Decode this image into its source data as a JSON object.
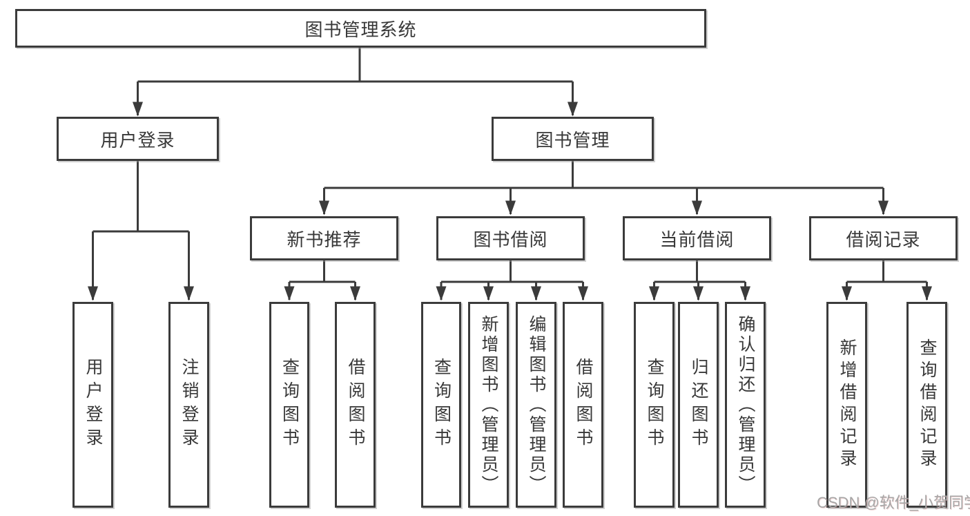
{
  "diagram": {
    "root": {
      "label": "图书管理系统"
    },
    "branches": [
      {
        "label": "用户登录",
        "children": [
          {
            "label": "用户登录"
          },
          {
            "label": "注销登录"
          }
        ]
      },
      {
        "label": "图书管理",
        "children": [
          {
            "label": "新书推荐",
            "children": [
              {
                "label": "查询图书"
              },
              {
                "label": "借阅图书"
              }
            ]
          },
          {
            "label": "图书借阅",
            "children": [
              {
                "label": "查询图书"
              },
              {
                "label": "新增图书（管理员）"
              },
              {
                "label": "编辑图书（管理员）"
              },
              {
                "label": "借阅图书"
              }
            ]
          },
          {
            "label": "当前借阅",
            "children": [
              {
                "label": "查询图书"
              },
              {
                "label": "归还图书"
              },
              {
                "label": "确认归还（管理员）"
              }
            ]
          },
          {
            "label": "借阅记录",
            "children": [
              {
                "label": "新增借阅记录"
              },
              {
                "label": "查询借阅记录"
              }
            ]
          }
        ]
      }
    ]
  },
  "watermark": {
    "text": "CSDN @软件_小贺同学"
  },
  "colors": {
    "line": "#3b3b3b",
    "text": "#383838",
    "box_fill": "#ffffff",
    "watermark": "#a6a6a6"
  }
}
